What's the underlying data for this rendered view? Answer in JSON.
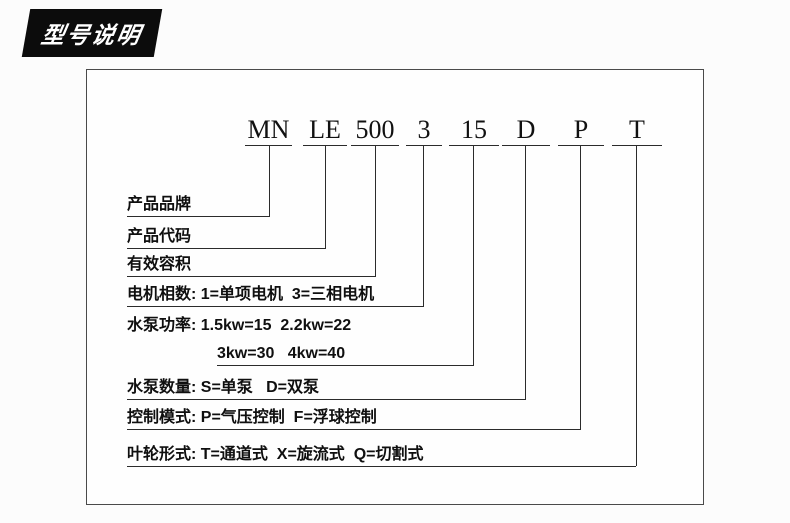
{
  "page_title": "型号说明",
  "model_code": {
    "segments": [
      "MN",
      "LE",
      "500",
      "3",
      "15",
      "D",
      "P",
      "T"
    ]
  },
  "legend": {
    "rows": [
      {
        "label": "产品品牌"
      },
      {
        "label": "产品代码"
      },
      {
        "label": "有效容积"
      },
      {
        "label": "电机相数: 1=单项电机  3=三相电机"
      },
      {
        "label": "水泵功率: 1.5kw=15  2.2kw=22",
        "label_line2": "3kw=30   4kw=40"
      },
      {
        "label": "水泵数量: S=单泵   D=双泵"
      },
      {
        "label": "控制模式: P=气压控制  F=浮球控制"
      },
      {
        "label": "叶轮形式: T=通道式  X=旋流式  Q=切割式"
      }
    ]
  },
  "colors": {
    "page_bg": "#fcfcfc",
    "box_bg": "#fefefe",
    "line": "#2b2b2b",
    "border": "#4a4a4a",
    "text": "#0f0f0f",
    "badge_bg": "#0c0c0c",
    "badge_text": "#ffffff"
  }
}
